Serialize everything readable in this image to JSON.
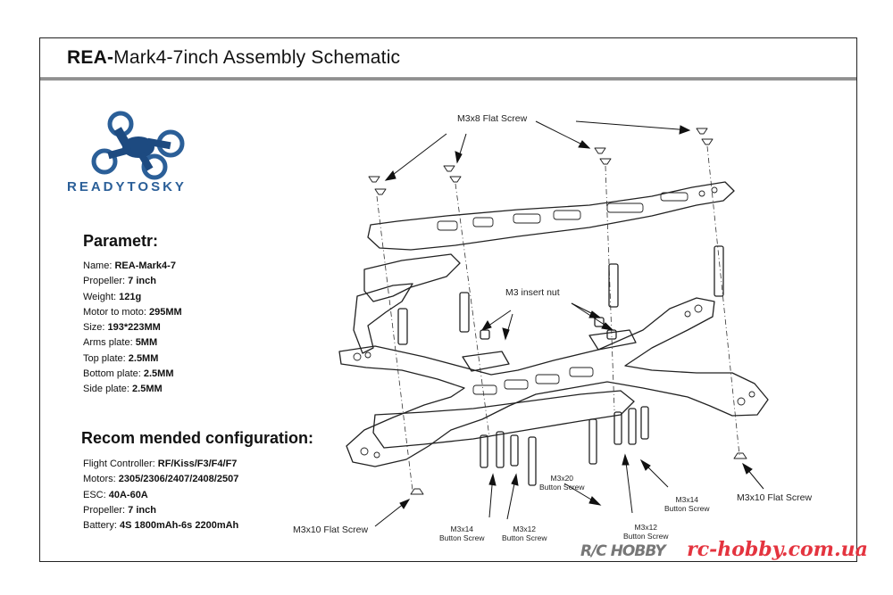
{
  "header": {
    "title_bold": "REA-",
    "title_rest": "Mark4-7inch  Assembly Schematic"
  },
  "brand": {
    "name": "READYTOSKY",
    "color": "#2b5f98"
  },
  "parameters": {
    "heading": "Parametr:",
    "rows": [
      {
        "label": "Name: ",
        "value": "REA-Mark4-7"
      },
      {
        "label": "Propeller: ",
        "value": "7 inch"
      },
      {
        "label": "Weight: ",
        "value": "121g"
      },
      {
        "label": "Motor to moto: ",
        "value": "295MM"
      },
      {
        "label": "Size: ",
        "value": "193*223MM"
      },
      {
        "label": "Arms plate: ",
        "value": "5MM"
      },
      {
        "label": "Top plate: ",
        "value": "2.5MM"
      },
      {
        "label": "Bottom plate: ",
        "value": "2.5MM"
      },
      {
        "label": "Side plate: ",
        "value": "2.5MM"
      }
    ]
  },
  "configuration": {
    "heading": "Recom mended configuration:",
    "rows": [
      {
        "label": "Flight Controller: ",
        "value": "RF/Kiss/F3/F4/F7"
      },
      {
        "label": "Motors: ",
        "value": "2305/2306/2407/2408/2507"
      },
      {
        "label": "ESC: ",
        "value": "40A-60A"
      },
      {
        "label": "Propeller: ",
        "value": "7 inch"
      },
      {
        "label": "Battery: ",
        "value": "4S 1800mAh-6s 2200mAh"
      }
    ]
  },
  "diagram_labels": {
    "m3x8_flat": "M3x8 Flat Screw",
    "m3_insert_nut": "M3 insert nut",
    "m3x10_flat_left": "M3x10 Flat Screw",
    "m3x10_flat_right": "M3x10 Flat Screw",
    "m3x14_button_left": "M3x14\nButton Screw",
    "m3x12_button_left": "M3x12\nButton Screw",
    "m3x20_button": "M3x20\nButton Screw",
    "m3x12_button_right": "M3x12\nButton Screw",
    "m3x14_button_right": "M3x14\nButton Screw"
  },
  "watermark": {
    "logo": "R/C HOBBY",
    "url": "rc-hobby.com.ua",
    "url_color": "#e4343f"
  }
}
